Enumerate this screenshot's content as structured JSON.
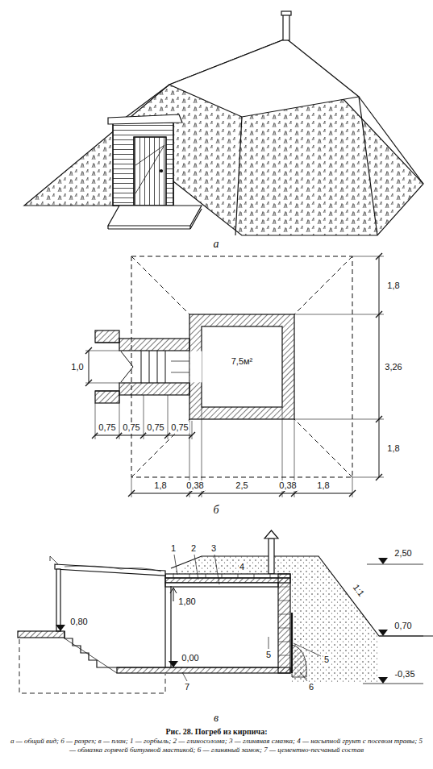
{
  "diagram": {
    "title": "Рис. 28. Погреб из кирпича:",
    "caption": "а — общий вид; б — разрез; в — план; 1 — горбыль; 2 — глиносолома; 3 — глиняная смазка; 4 — насыпной грунт с посевом травы; 5 — обмазка горячей битумной мастикой; 6 — глиняный замок; 7 — цементно-песчаный состав",
    "labels": [
      "а",
      "1,8",
      "3,26",
      "1,8",
      "1,0",
      "0,75",
      "0,75",
      "0,75",
      "0,75",
      "1,8",
      "0,38",
      "2,5",
      "0,38",
      "1,8",
      "7,5м²",
      "б",
      "1",
      "2",
      "3",
      "4",
      "2,50",
      "0,70",
      "-0,35",
      "0,80",
      "0,00",
      "1,80",
      "5",
      "5",
      "6",
      "7",
      "1:1",
      "в"
    ]
  }
}
